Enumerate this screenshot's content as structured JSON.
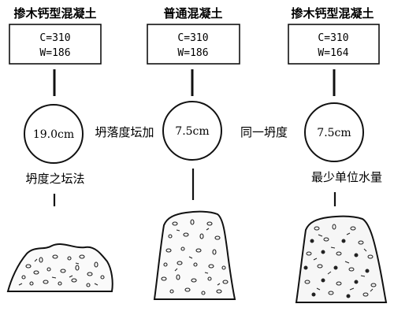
{
  "columns": [
    {
      "title": "掺木钙型混凝土",
      "c_value": "C=310",
      "w_value": "W=186",
      "slump": "19.0cm",
      "caption": "坍度之坛法"
    },
    {
      "title": "普通混凝土",
      "c_value": "C=310",
      "w_value": "W=186",
      "slump": "7.5cm",
      "caption": ""
    },
    {
      "title": "掺木钙型混凝土",
      "c_value": "C=310",
      "w_value": "W=164",
      "slump": "7.5cm",
      "caption": "最少单位水量"
    }
  ],
  "comparisons": {
    "left_to_middle": "坍落度坛加",
    "middle_to_right": "同一坍度"
  }
}
